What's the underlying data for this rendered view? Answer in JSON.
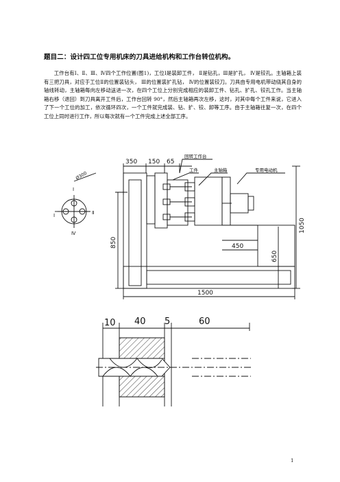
{
  "doc": {
    "title": "题目二：设计四工位专用机床的刀具进给机构和工作台转位机构。",
    "paragraph": "工作台有Ⅰ、Ⅱ、Ⅲ、Ⅳ四个工作位置(图1)，工位Ⅰ是装卸工件， Ⅱ是钻孔，Ⅲ是扩孔， Ⅳ是铰孔。主轴箱上装有三把刀具，对应于工位Ⅱ的位置装钻头， Ⅲ的位置装扩孔钻， Ⅳ的位置装铰刀。刀具由专用电机带动绕其自身的轴线转动，主轴箱每向左移动送进一次，在四个工位上分别完成相应的装卸工件、钻孔、扩孔、铰孔工作。当主轴箱右移（退回）到刀具离开工件后，工作台回转 90°，然后主轴箱再次左移，这时，对其中每个工件来说，它进入了下一个工位的加工，依次循环四次，一个工件就完成装、钻、扩、铰、卸等工序。由于主轴箱往复一次，在四个工位上同时进行工作，所以每次就有一个工件完成上述全部工序。",
    "page_number": "1"
  },
  "figure1": {
    "dim_top": [
      "350",
      "150",
      "65"
    ],
    "label_table": "回转工作台",
    "label_workpiece": "工件",
    "label_headstock": "主轴箱",
    "label_motor": "专用电动机",
    "dim_diameter": "Ø300",
    "station_labels": [
      "Ⅰ",
      "Ⅱ",
      "Ⅰ",
      "Ⅳ"
    ],
    "dim_height_left": "850",
    "dim_450": "450",
    "dim_650": "650",
    "dim_1050": "1050",
    "dim_1500": "1500"
  },
  "figure2": {
    "dims": [
      "10",
      "40",
      "5",
      "60"
    ]
  }
}
